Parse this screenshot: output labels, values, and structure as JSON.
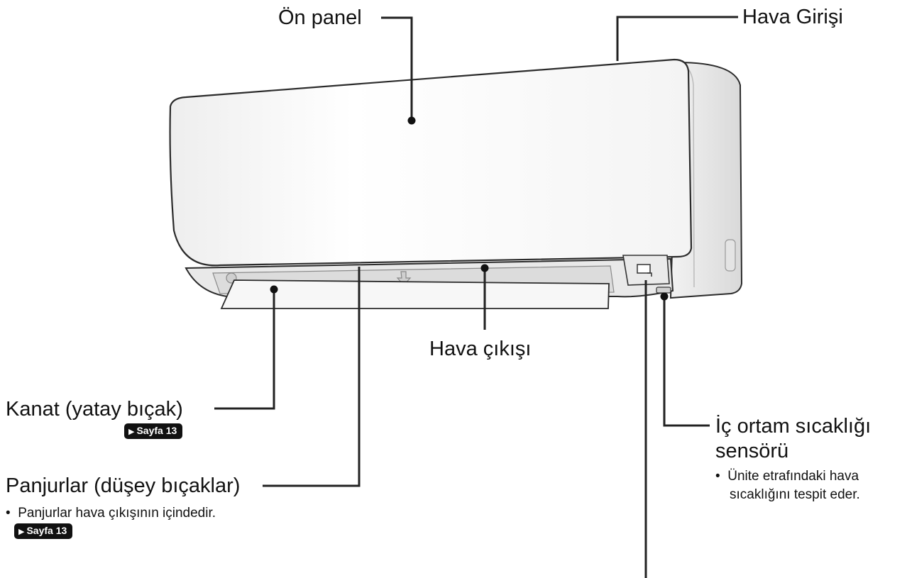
{
  "labels": {
    "front_panel": "Ön panel",
    "air_inlet": "Hava Girişi",
    "air_outlet": "Hava çıkışı",
    "flap": "Kanat (yatay bıçak)",
    "louvers": "Panjurlar (düşey bıçaklar)",
    "louvers_note": "Panjurlar hava çıkışının içindedir.",
    "sensor_line1": "İç ortam sıcaklığı",
    "sensor_line2": "sensörü",
    "sensor_note_line1": "Ünite etrafındaki hava",
    "sensor_note_line2": "sıcaklığını tespit eder."
  },
  "badges": {
    "flap_page": "Sayfa 13",
    "louvers_page": "Sayfa 13",
    "arrow": "▶"
  },
  "bullet": "•",
  "colors": {
    "outline": "#2b2b2b",
    "leader": "#222222",
    "panel_fill": "#fbfbfb",
    "shade_fill": "#e6e6e6",
    "badge_bg": "#111111"
  }
}
